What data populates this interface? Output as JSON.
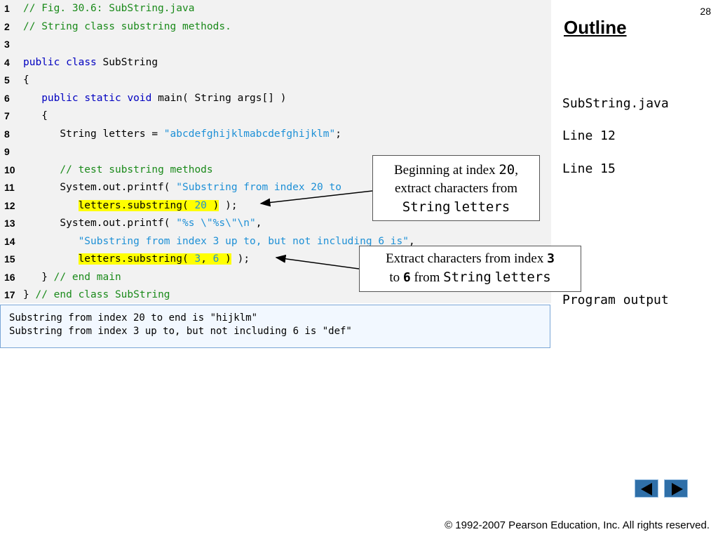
{
  "page_number": "28",
  "outline": {
    "title": "Outline",
    "items": [
      "SubString.java",
      "Line 12",
      "Line 15",
      "Program output"
    ]
  },
  "code": {
    "lines": [
      {
        "n": "1",
        "tokens": [
          {
            "t": "// Fig. 30.6: SubString.java",
            "c": "cm"
          }
        ]
      },
      {
        "n": "2",
        "tokens": [
          {
            "t": "// String class substring methods.",
            "c": "cm"
          }
        ]
      },
      {
        "n": "3",
        "tokens": []
      },
      {
        "n": "4",
        "tokens": [
          {
            "t": "public",
            "c": "kw"
          },
          {
            "t": " "
          },
          {
            "t": "class",
            "c": "kw"
          },
          {
            "t": " SubString"
          }
        ]
      },
      {
        "n": "5",
        "tokens": [
          {
            "t": "{"
          }
        ]
      },
      {
        "n": "6",
        "tokens": [
          {
            "t": "   "
          },
          {
            "t": "public",
            "c": "kw"
          },
          {
            "t": " "
          },
          {
            "t": "static",
            "c": "kw"
          },
          {
            "t": " "
          },
          {
            "t": "void",
            "c": "kw"
          },
          {
            "t": " main( String args[] )"
          }
        ]
      },
      {
        "n": "7",
        "tokens": [
          {
            "t": "   {"
          }
        ]
      },
      {
        "n": "8",
        "tokens": [
          {
            "t": "      String letters = "
          },
          {
            "t": "\"abcdefghijklmabcdefghijklm\"",
            "c": "st"
          },
          {
            "t": ";"
          }
        ]
      },
      {
        "n": "9",
        "tokens": []
      },
      {
        "n": "10",
        "tokens": [
          {
            "t": "      "
          },
          {
            "t": "// test substring methods",
            "c": "cm"
          }
        ]
      },
      {
        "n": "11",
        "tokens": [
          {
            "t": "      System.out.printf( "
          },
          {
            "t": "\"Substring from index 20 to",
            "c": "st"
          }
        ]
      },
      {
        "n": "12",
        "tokens": [
          {
            "t": "         "
          },
          {
            "t": "letters.substring( ",
            "c": "hl"
          },
          {
            "t": "20",
            "c": "st hl"
          },
          {
            "t": " )",
            "c": "hl"
          },
          {
            "t": " );"
          }
        ]
      },
      {
        "n": "13",
        "tokens": [
          {
            "t": "      System.out.printf( "
          },
          {
            "t": "\"%s \\\"%s\\\"\\n\"",
            "c": "st"
          },
          {
            "t": ","
          }
        ]
      },
      {
        "n": "14",
        "tokens": [
          {
            "t": "         "
          },
          {
            "t": "\"Substring from index 3 up to, but not including 6 is\"",
            "c": "st"
          },
          {
            "t": ","
          }
        ]
      },
      {
        "n": "15",
        "tokens": [
          {
            "t": "         "
          },
          {
            "t": "letters.substring( ",
            "c": "hl"
          },
          {
            "t": "3",
            "c": "st hl"
          },
          {
            "t": ", ",
            "c": "hl"
          },
          {
            "t": "6",
            "c": "st hl"
          },
          {
            "t": " )",
            "c": "hl"
          },
          {
            "t": " );"
          }
        ]
      },
      {
        "n": "16",
        "tokens": [
          {
            "t": "   } "
          },
          {
            "t": "// end main",
            "c": "cm"
          }
        ]
      },
      {
        "n": "17",
        "tokens": [
          {
            "t": "} "
          },
          {
            "t": "// end class SubString",
            "c": "cm"
          }
        ]
      }
    ]
  },
  "output": {
    "lines": [
      "Substring from index 20 to end is \"hijklm\"",
      "Substring from index 3 up to, but not including 6 is \"def\""
    ]
  },
  "callouts": {
    "first": {
      "line1_text": "Beginning at index ",
      "line1_code": "20",
      "line1_tail": ",",
      "line2": "extract characters from",
      "line3_a": "String",
      "line3_b": "letters"
    },
    "second": {
      "line1_text": "Extract characters from index ",
      "line1_code": "3",
      "line2_a": "to ",
      "line2_code": "6",
      "line2_b": " from ",
      "line2_c": "String",
      "line2_d": "letters"
    }
  },
  "navigation": {
    "prev": "previous-slide",
    "next": "next-slide"
  },
  "copyright": "© 1992-2007 Pearson Education, Inc.  All rights reserved.",
  "colors": {
    "keyword": "#0000c0",
    "comment": "#1a8a1a",
    "string": "#1e90d6",
    "highlight": "#ffff00",
    "nav_button": "#2f6fa8"
  }
}
